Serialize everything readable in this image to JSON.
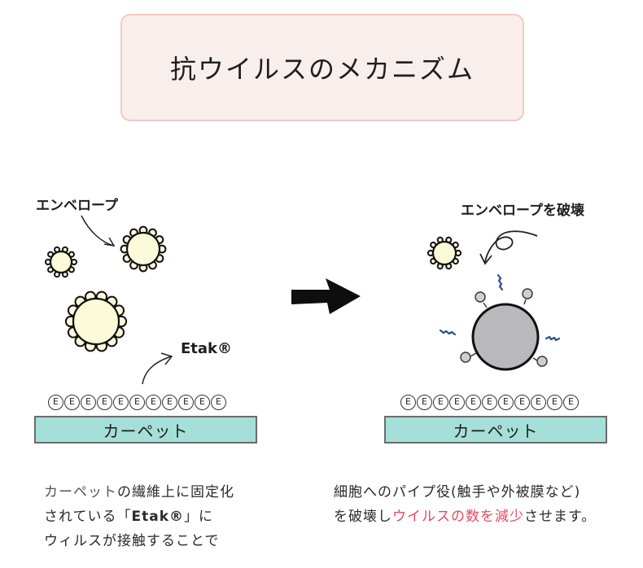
{
  "title": "抗ウイルスのメカニズム",
  "left_panel": {
    "envelope_label": "エンベロープ",
    "etak_label": "Etak®",
    "e_glyph": "E",
    "carpet_label": "カーペット"
  },
  "right_panel": {
    "envelope_destroy_label": "エンベロープを破壊",
    "e_glyph": "E",
    "carpet_label": "カーペット"
  },
  "captions": {
    "left_lines": [
      {
        "a": "カーペット",
        "b": "の繊維上に固定化"
      },
      {
        "a": "されている「",
        "b": "Etak®",
        "c": "」に"
      },
      {
        "a": "ウィルスが接触することで"
      }
    ],
    "right_lines": [
      {
        "a": "細胞へのパイプ役(触手や外被膜など)"
      },
      {
        "a": "を破壊し",
        "b": "ウイルスの数を減少",
        "c": "させます。"
      }
    ]
  },
  "colors": {
    "title_bg": "#f8eeec",
    "title_border": "#f2c9c3",
    "virus_fill": "#fbfbd9",
    "carpet": "#a5dfd9",
    "core_gray": "#b9b9bd",
    "highlight": "#e8475f",
    "spark_blue": "#2b4e86"
  }
}
